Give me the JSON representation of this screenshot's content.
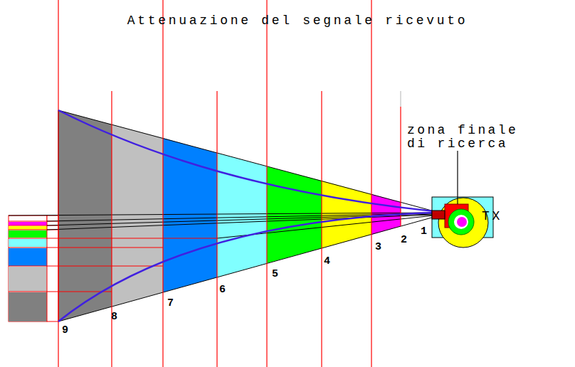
{
  "diagram": {
    "title": "Attenuazione del segnale ricevuto",
    "labels": [
      "zona finale di ricerca",
      "TX",
      "1",
      "2",
      "3",
      "4",
      "5",
      "6",
      "7",
      "8",
      "9"
    ]
  }
}
